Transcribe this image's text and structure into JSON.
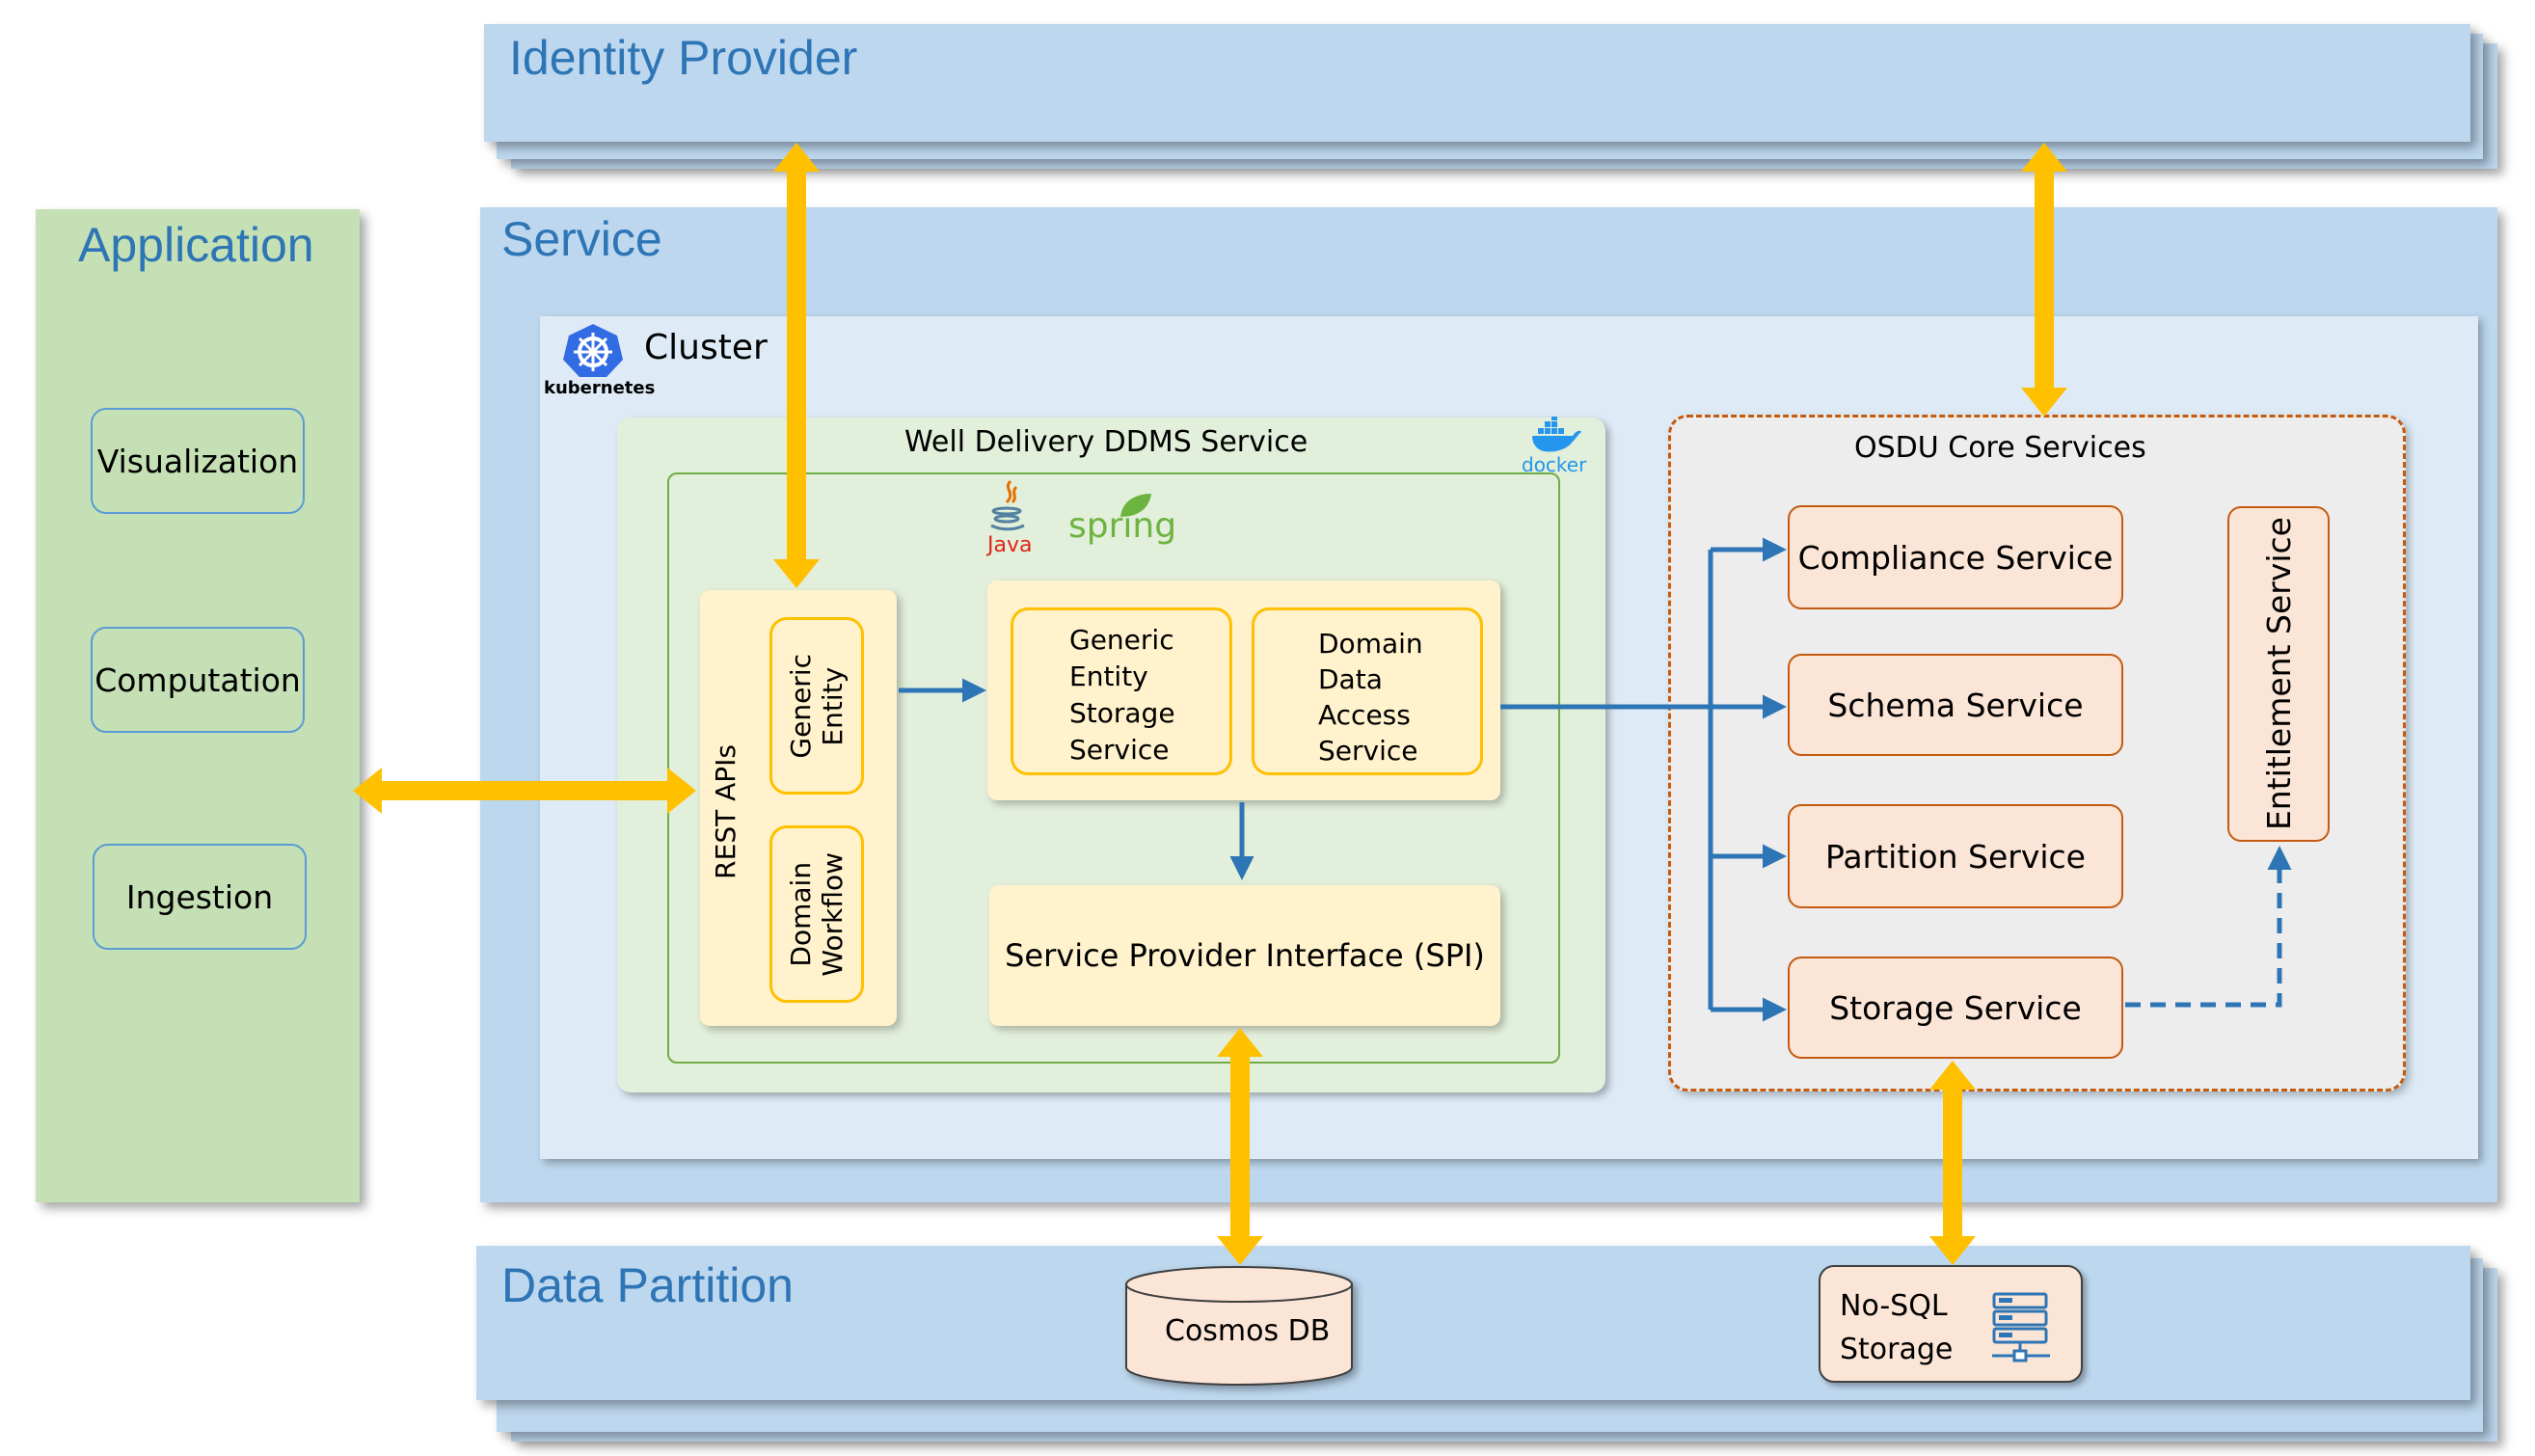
{
  "identity_provider": {
    "title": "Identity Provider"
  },
  "application": {
    "title": "Application",
    "items": [
      "Visualization",
      "Computation",
      "Ingestion"
    ]
  },
  "service": {
    "title": "Service"
  },
  "cluster": {
    "title": "Cluster",
    "k8s_label": "kubernetes"
  },
  "ddms": {
    "title": "Well Delivery DDMS Service",
    "docker_label": "docker",
    "java_label": "Java",
    "spring_label": "spring",
    "rest_apis": "REST APIs",
    "generic_entity": "Generic\nEntity",
    "domain_workflow": "Domain\nWorkflow",
    "generic_entity_storage": "Generic\nEntity\nStorage\nService",
    "domain_data_access": "Domain\nData\nAccess\nService",
    "spi": "Service Provider Interface (SPI)"
  },
  "osdu": {
    "title": "OSDU Core Services",
    "services": [
      "Compliance Service",
      "Schema Service",
      "Partition Service",
      "Storage Service"
    ],
    "entitlement": "Entitlement Service"
  },
  "data_partition": {
    "title": "Data Partition",
    "cosmos": "Cosmos DB",
    "nosql": "No-SQL\nStorage"
  },
  "colors": {
    "panel_blue": "#bdd7ee",
    "title_blue": "#2e75b6",
    "arrow_yellow": "#ffc000",
    "arrow_blue": "#2e75b6",
    "service_border": "#c55a11"
  }
}
